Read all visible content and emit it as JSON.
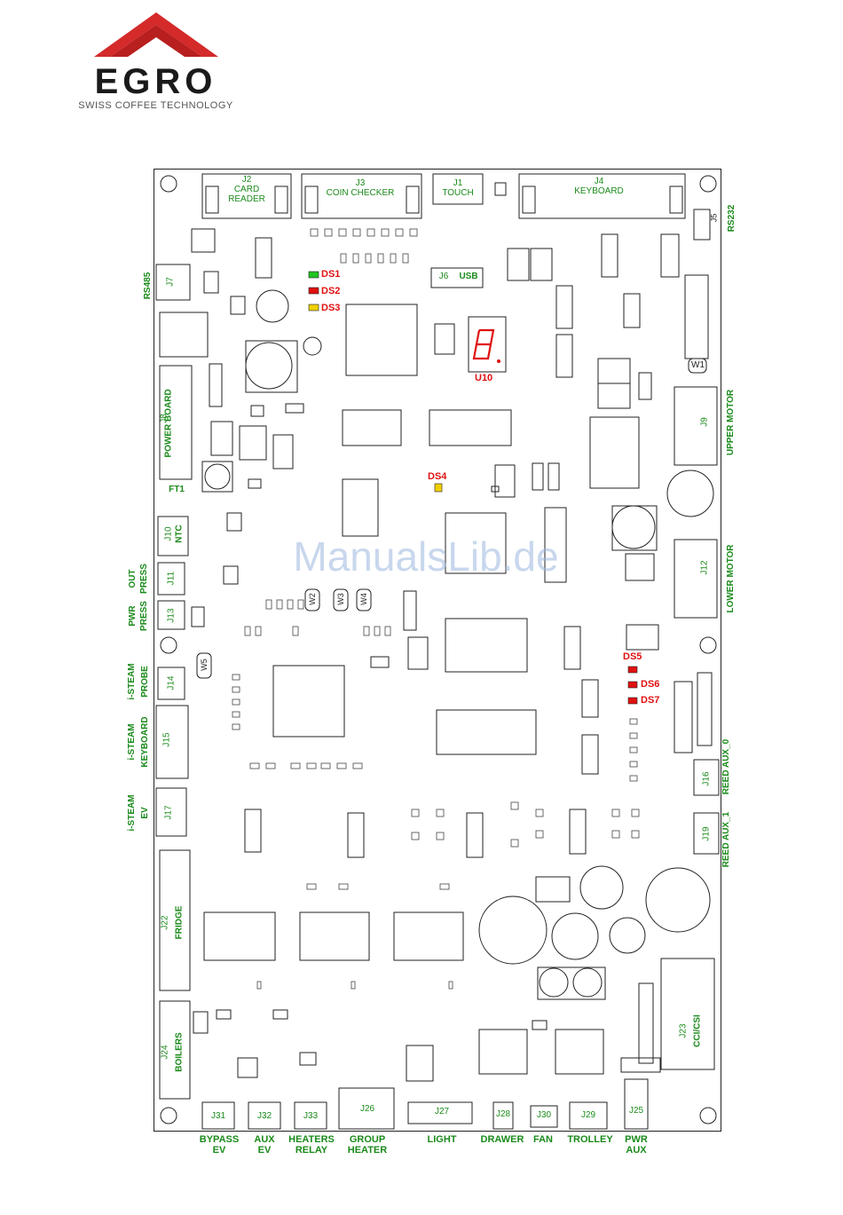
{
  "brand": {
    "name": "EGRO",
    "tagline": "SWISS COFFEE TECHNOLOGY",
    "logo_color": "#d42a2a"
  },
  "watermark": "ManualsLib.de",
  "colors": {
    "label_green": "#1a8a1a",
    "led_red": "#e01010",
    "led_green": "#22c322",
    "led_yellow": "#f0d000"
  },
  "connectors_top": [
    {
      "id": "J2",
      "name": "CARD\nREADER",
      "line1": "J2",
      "line2": "CARD",
      "line3": "READER"
    },
    {
      "id": "J3",
      "name": "COIN CHECKER",
      "line1": "J3",
      "line2": "COIN CHECKER"
    },
    {
      "id": "J1",
      "line1": "J1",
      "line2": "TOUCH"
    },
    {
      "id": "J4",
      "line1": "J4",
      "line2": "KEYBOARD"
    }
  ],
  "j5": {
    "id": "J5",
    "side": "RS232"
  },
  "j6": {
    "id": "J6",
    "text": "USB"
  },
  "j7": {
    "id": "J7",
    "side": "RS485"
  },
  "j8": {
    "id": "J8",
    "text": "POWER BOARD"
  },
  "ft1": "FT1",
  "leds": {
    "ds1": "DS1",
    "ds2": "DS2",
    "ds3": "DS3",
    "ds4": "DS4",
    "ds5": "DS5",
    "ds6": "DS6",
    "ds7": "DS7"
  },
  "u10": "U10",
  "w1": "W1",
  "w2": "W2",
  "w3": "W3",
  "w4": "W4",
  "w5": "W5",
  "j9": {
    "id": "J9",
    "side": "UPPER MOTOR"
  },
  "j10": {
    "id": "J10",
    "text": "NTC"
  },
  "j11": {
    "id": "J11",
    "side1": "OUT",
    "side2": "PRESS"
  },
  "j12": {
    "id": "J12",
    "side": "LOWER MOTOR"
  },
  "j13": {
    "id": "J13",
    "side1": "PWR",
    "side2": "PRESS"
  },
  "j14": {
    "id": "J14",
    "side1": "i-STEAM",
    "side2": "PROBE"
  },
  "j15": {
    "id": "J15",
    "side1": "i-STEAM",
    "side2": "KEYBOARD"
  },
  "j16": {
    "id": "J16",
    "side": "REED AUX_0"
  },
  "j17": {
    "id": "J17",
    "side1": "i-STEAM",
    "side2": "EV"
  },
  "j19": {
    "id": "J19",
    "side": "REED AUX_1"
  },
  "j22": {
    "id": "J22",
    "text": "FRIDGE"
  },
  "j23": {
    "id": "J23",
    "text": "CCI/CSI"
  },
  "j24": {
    "id": "J24",
    "text": "BOILERS"
  },
  "bottom": [
    {
      "id": "J31",
      "l1": "BYPASS",
      "l2": "EV"
    },
    {
      "id": "J32",
      "l1": "AUX",
      "l2": "EV"
    },
    {
      "id": "J33",
      "l1": "HEATERS",
      "l2": "RELAY"
    },
    {
      "id": "J26",
      "l1": "GROUP",
      "l2": "HEATER"
    },
    {
      "id": "J27",
      "l1": "LIGHT",
      "l2": ""
    },
    {
      "id": "J28",
      "l1": "DRAWER",
      "l2": ""
    },
    {
      "id": "J30",
      "l1": "FAN",
      "l2": ""
    },
    {
      "id": "J29",
      "l1": "TROLLEY",
      "l2": ""
    },
    {
      "id": "J25",
      "l1": "PWR",
      "l2": "AUX"
    }
  ]
}
